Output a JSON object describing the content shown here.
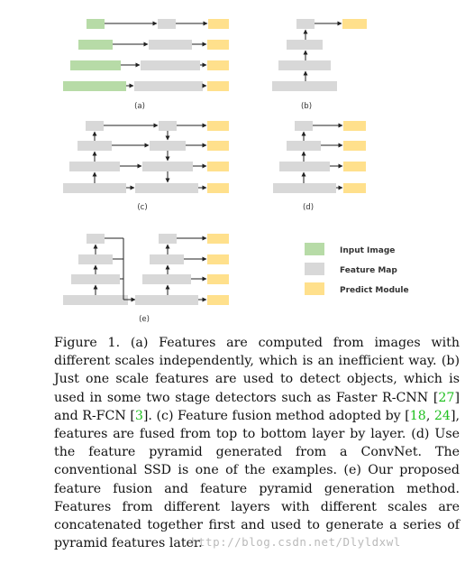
{
  "figure": {
    "panel_labels": [
      "(a)",
      "(b)",
      "(c)",
      "(d)",
      "(e)"
    ],
    "legend": [
      {
        "key": "input",
        "label": "Input Image"
      },
      {
        "key": "feature",
        "label": "Feature Map"
      },
      {
        "key": "predict",
        "label": "Predict Module"
      }
    ],
    "colors": {
      "input": "#b7dba7",
      "feature": "#d8d8d8",
      "predict": "#ffe08c",
      "arrow": "#222222"
    }
  },
  "caption": {
    "p1": "Figure 1. (a) Features are computed from images with different scales independently, which is an inefficient way. (b) Just one scale features are used to detect objects, which is used in some two stage detectors such as Faster R-CNN [",
    "c1": "27",
    "p2": "] and R-FCN [",
    "c2": "3",
    "p3": "]. (c) Feature fusion method adopted by [",
    "c3": "18",
    "p4": ", ",
    "c4": "24",
    "p5": "], features are fused from top to bottom layer by layer. (d) Use the feature pyramid generated from a ConvNet. The conventional SSD is one of the examples. (e) Our proposed feature fusion and feature pyramid generation method. Features from different layers with different scales are concatenated together first and used to generate a series of pyramid features later."
  },
  "watermark": "http://blog.csdn.net/Dlyldxwl"
}
